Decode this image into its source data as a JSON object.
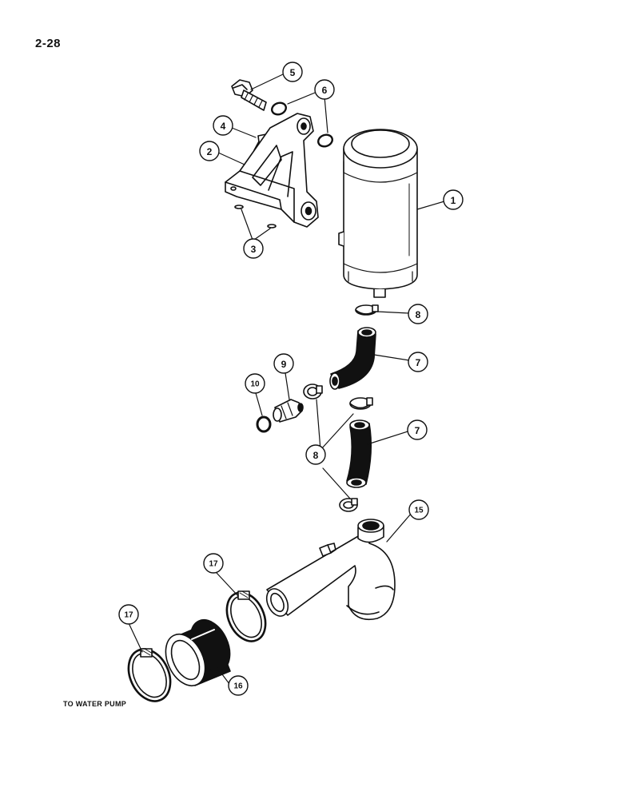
{
  "page": {
    "number": "2-28",
    "note": "TO WATER PUMP"
  },
  "callouts": [
    {
      "id": "c1",
      "label": "1"
    },
    {
      "id": "c2",
      "label": "2"
    },
    {
      "id": "c3",
      "label": "3"
    },
    {
      "id": "c4",
      "label": "4"
    },
    {
      "id": "c5",
      "label": "5"
    },
    {
      "id": "c6",
      "label": "6"
    },
    {
      "id": "c7a",
      "label": "7"
    },
    {
      "id": "c7b",
      "label": "7"
    },
    {
      "id": "c8a",
      "label": "8"
    },
    {
      "id": "c8b",
      "label": "8"
    },
    {
      "id": "c9",
      "label": "9"
    },
    {
      "id": "c10",
      "label": "10"
    },
    {
      "id": "c15",
      "label": "15"
    },
    {
      "id": "c16",
      "label": "16"
    },
    {
      "id": "c17a",
      "label": "17"
    },
    {
      "id": "c17b",
      "label": "17"
    }
  ]
}
